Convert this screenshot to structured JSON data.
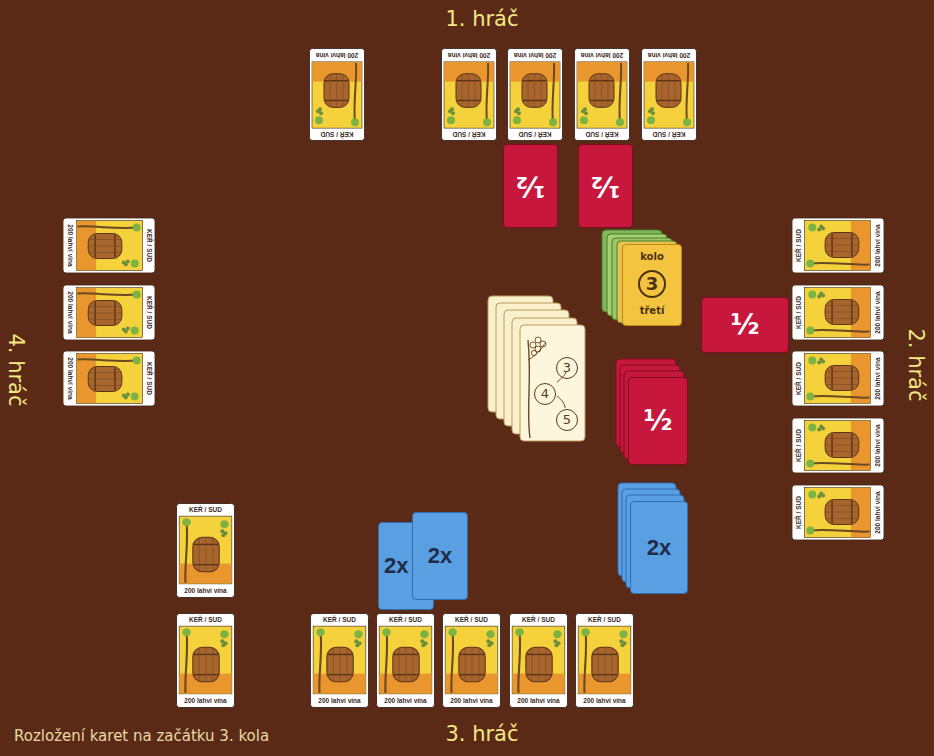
{
  "diagram": {
    "caption": "Rozložení karet na začátku 3. kola",
    "nodes": [
      {
        "text": [
          "KEŘ / SUD",
          "200 lahví vína"
        ]
      },
      {
        "text": [
          "KEŘ / SUD",
          "200 lahví vína"
        ]
      },
      {
        "text": [
          "KEŘ / SUD",
          "200 lahví vína"
        ]
      },
      {
        "text": [
          "KEŘ / SUD",
          "200 lahví vína"
        ]
      },
      {
        "text": [
          "KEŘ / SUD",
          "200 lahví vína"
        ]
      },
      {
        "text": [
          "½"
        ]
      },
      {
        "text": [
          "½"
        ]
      },
      {
        "text": [
          "kolo",
          "3",
          "třetí"
        ]
      },
      {
        "text": [
          "KEŘ / SUD",
          "200 lahví vína"
        ]
      },
      {
        "text": [
          "KEŘ / SUD",
          "200 lahví vína"
        ]
      },
      {
        "text": [
          "KEŘ / SUD",
          "200 lahví vína"
        ]
      },
      {
        "text": [
          "KEŘ / SUD",
          "200 lahví vína"
        ]
      },
      {
        "text": [
          "KEŘ / SUD",
          "200 lahví vína"
        ]
      },
      {
        "text": [
          "KEŘ / SUD",
          "200 lahví vína"
        ]
      },
      {
        "text": [
          "KEŘ / SUD",
          "200 lahví vína"
        ]
      },
      {
        "text": [
          "KEŘ / SUD",
          "200 lahví vína"
        ]
      },
      {
        "text": [
          "½"
        ]
      },
      {
        "text": [
          "3",
          "4",
          "5"
        ]
      },
      {
        "text": [
          "½"
        ]
      },
      {
        "text": [
          "2x"
        ]
      },
      {
        "text": [
          "2x"
        ]
      },
      {
        "text": [
          "2x"
        ]
      },
      {
        "text": [
          "KEŘ / SUD",
          "200 lahví vína"
        ]
      },
      {
        "text": [
          "KEŘ / SUD",
          "200 lahví vína"
        ]
      },
      {
        "text": [
          "KEŘ / SUD",
          "200 lahví vína"
        ]
      },
      {
        "text": [
          "KEŘ / SUD",
          "200 lahví vína"
        ]
      },
      {
        "text": [
          "KEŘ / SUD",
          "200 lahví vína"
        ]
      },
      {
        "text": [
          "KEŘ / SUD",
          "200 lahví vína"
        ]
      },
      {
        "text": [
          "KEŘ / SUD",
          "200 lahví vína"
        ]
      }
    ],
    "labels": [
      "1. hráč",
      "4. hráč",
      "2. hráč",
      "3. hráč"
    ]
  }
}
